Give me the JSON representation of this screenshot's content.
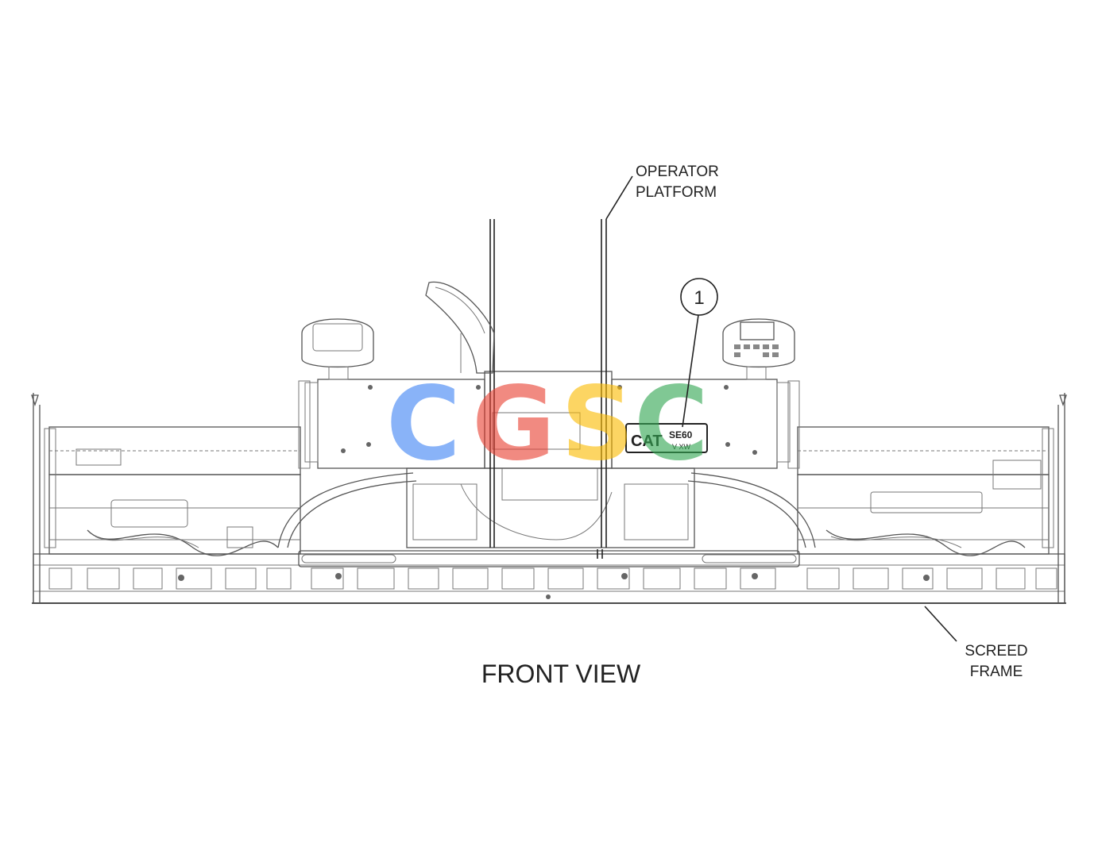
{
  "diagram": {
    "labels": {
      "operator_platform_line1": "OPERATOR",
      "operator_platform_line2": "PLATFORM",
      "screed_frame_line1": "SCREED",
      "screed_frame_line2": "FRAME",
      "caption": "FRONT VIEW",
      "callout_number": "1"
    },
    "decal": {
      "brand": "CAT",
      "model": "SE60",
      "variant": "V XW"
    },
    "watermark": {
      "letters": [
        "C",
        "G",
        "S",
        "C"
      ],
      "colors": [
        "#4285F4",
        "#EA4335",
        "#FBBC05",
        "#34A853"
      ]
    },
    "line_color": "#333333"
  }
}
